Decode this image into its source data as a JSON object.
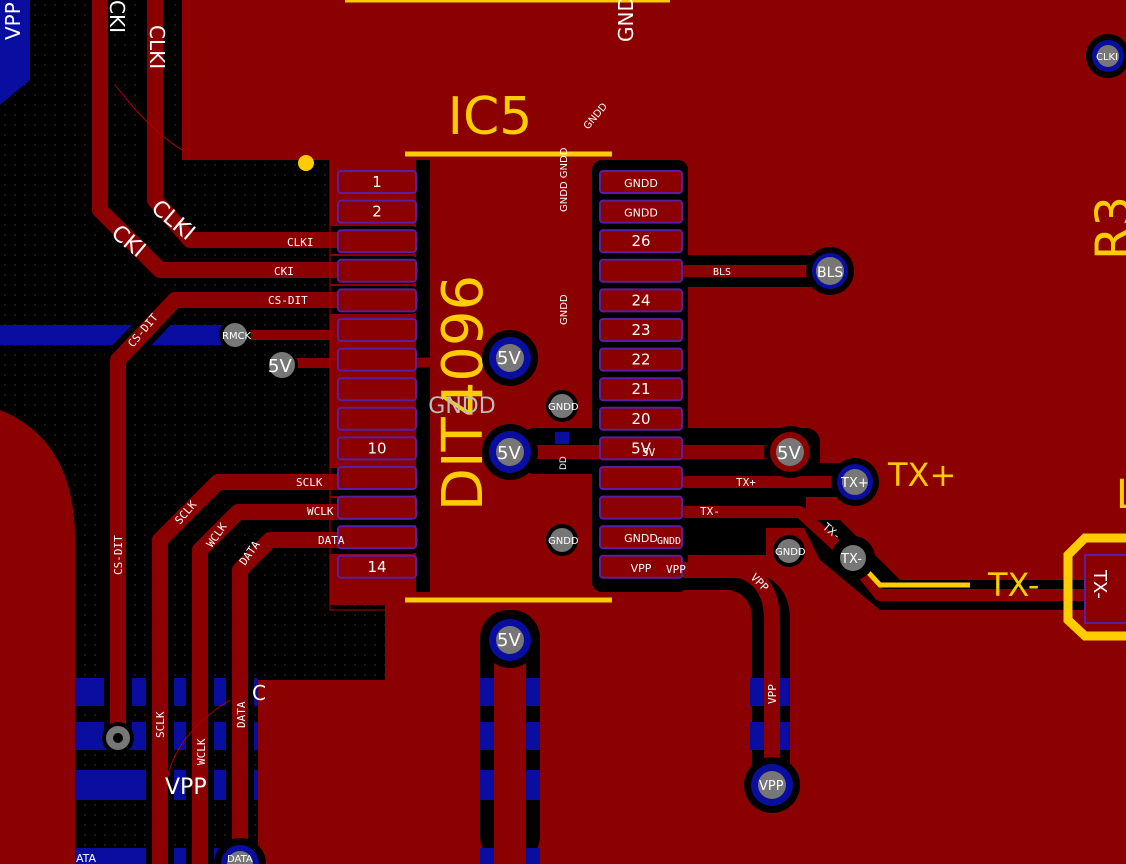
{
  "colors": {
    "copper_top": "#8b0000",
    "copper_bottom": "#0a0ea0",
    "silkscreen": "#ffcc00",
    "pad": "#8b0000",
    "pad_outline": "#5a1fa0",
    "via": "#777777",
    "text": "#ffffff"
  },
  "component": {
    "refdes": "IC5",
    "value": "DIT4096",
    "gndd_label": "GNDD",
    "left_pins": [
      "1",
      "2",
      "",
      "",
      "",
      "",
      "",
      "",
      "",
      "10",
      "",
      "",
      "",
      "14"
    ],
    "right_pins": [
      "GNDD",
      "GNDD",
      "26",
      "",
      "24",
      "23",
      "22",
      "21",
      "20",
      "5V",
      "",
      "",
      "GNDD",
      "VPP"
    ]
  },
  "net_labels": {
    "vpp_top": "VPP",
    "cki_top": "CKI",
    "clki_top": "CLKI",
    "gnd_top": "GND",
    "clkl_via": "CLKI",
    "clki_trace": "CLKI",
    "cki_trace": "CKI",
    "cs_dit_trace": "CS-DIT",
    "cs_dit_vert": "CS-DIT",
    "cs_dit_diag": "CS-DIT",
    "clki_diag": "CLKI",
    "cki_diag": "CKI",
    "rmck_via": "RMCK",
    "fivev_left": "5V",
    "fivev_via1": "5V",
    "fivev_via2": "5V",
    "fivev_via3": "5V",
    "fivev_via4": "5V",
    "fivev_trace": "5V",
    "gndd_via1": "GNDD",
    "gndd_via2": "GNDD",
    "gndd_via3": "GNDD",
    "gndd_top_diag": "GNDD",
    "gndd_vert1": "GNDD GNDD",
    "gndd_vert2": "GNDD",
    "gnd_trace": "GNDD",
    "bls_trace": "BLS",
    "bls_via": "BLS",
    "txp_trace": "TX+",
    "txp_via": "TX+",
    "txp_big": "TX+",
    "txm_trace": "TX-",
    "txm_diag": "TX-",
    "txm_via": "TX-",
    "txm_big": "TX-",
    "txm_conn": "TX-",
    "sclk_trace": "SCLK",
    "wclk_trace": "WCLK",
    "data_trace": "DATA",
    "sclk_diag": "SCLK",
    "wclk_diag": "WCLK",
    "data_diag": "DATA",
    "sclk_vert": "SCLK",
    "wclk_vert": "WCLK",
    "data_vert": "DATA",
    "data_via": "DATA",
    "vpp_trace": "VPP",
    "vpp_diag": "VPP",
    "vpp_vert": "VPP",
    "vpp_via": "VPP",
    "vpp_bottom": "VPP",
    "dd_small": "DD",
    "ata_small": "ATA",
    "c_small": "C",
    "ref_right": "R3",
    "ref_right2": "L"
  }
}
